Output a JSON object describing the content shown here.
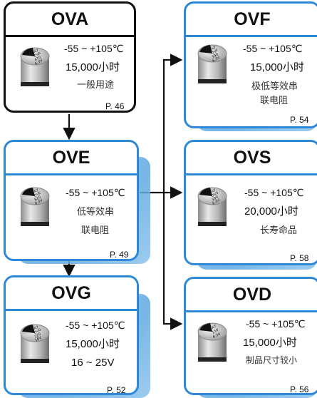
{
  "cards": {
    "ova": {
      "title": "OVA",
      "temp": "-55 ~ +105℃",
      "line2": "15,000小时",
      "line3": "一般用途",
      "page": "P. 46",
      "cap_label": [
        "A7",
        "OVA",
        "470",
        "6.3V"
      ]
    },
    "ove": {
      "title": "OVE",
      "temp": "-55 ~ +105℃",
      "line2": "低等效串",
      "line3": "联电阻",
      "page": "P. 49",
      "cap_label": [
        "A7",
        "OVE",
        "820",
        "6.3V"
      ]
    },
    "ovg": {
      "title": "OVG",
      "temp": "-55 ~ +105℃",
      "line2": "15,000小时",
      "line3": "16 ~ 25V",
      "page": "P. 52",
      "cap_label": [
        "A7",
        "OVG",
        "220",
        "16V"
      ]
    },
    "ovf": {
      "title": "OVF",
      "temp": "-55 ~ +105℃",
      "line2": "15,000小时",
      "line3": "极低等效串",
      "line4": "联电阻",
      "page": "P. 54",
      "cap_label": [
        "A7",
        "OVF",
        "390",
        "6.3V"
      ]
    },
    "ovs": {
      "title": "OVS",
      "temp": "-55 ~ +105℃",
      "line2": "20,000小时",
      "line3": "长寿命品",
      "page": "P. 58",
      "cap_label": [
        "A7",
        "OVS",
        "390",
        "6.3V"
      ]
    },
    "ovd": {
      "title": "OVD",
      "temp": "-55 ~ +105℃",
      "line2": "15,000小时",
      "line3": "制品尺寸较小",
      "page": "P. 56",
      "cap_label": [
        "A7",
        "150",
        "6.3d"
      ]
    }
  },
  "colors": {
    "accent": "#2f89d8",
    "shadow": "#5ea8e0",
    "border_dark": "#111111"
  }
}
